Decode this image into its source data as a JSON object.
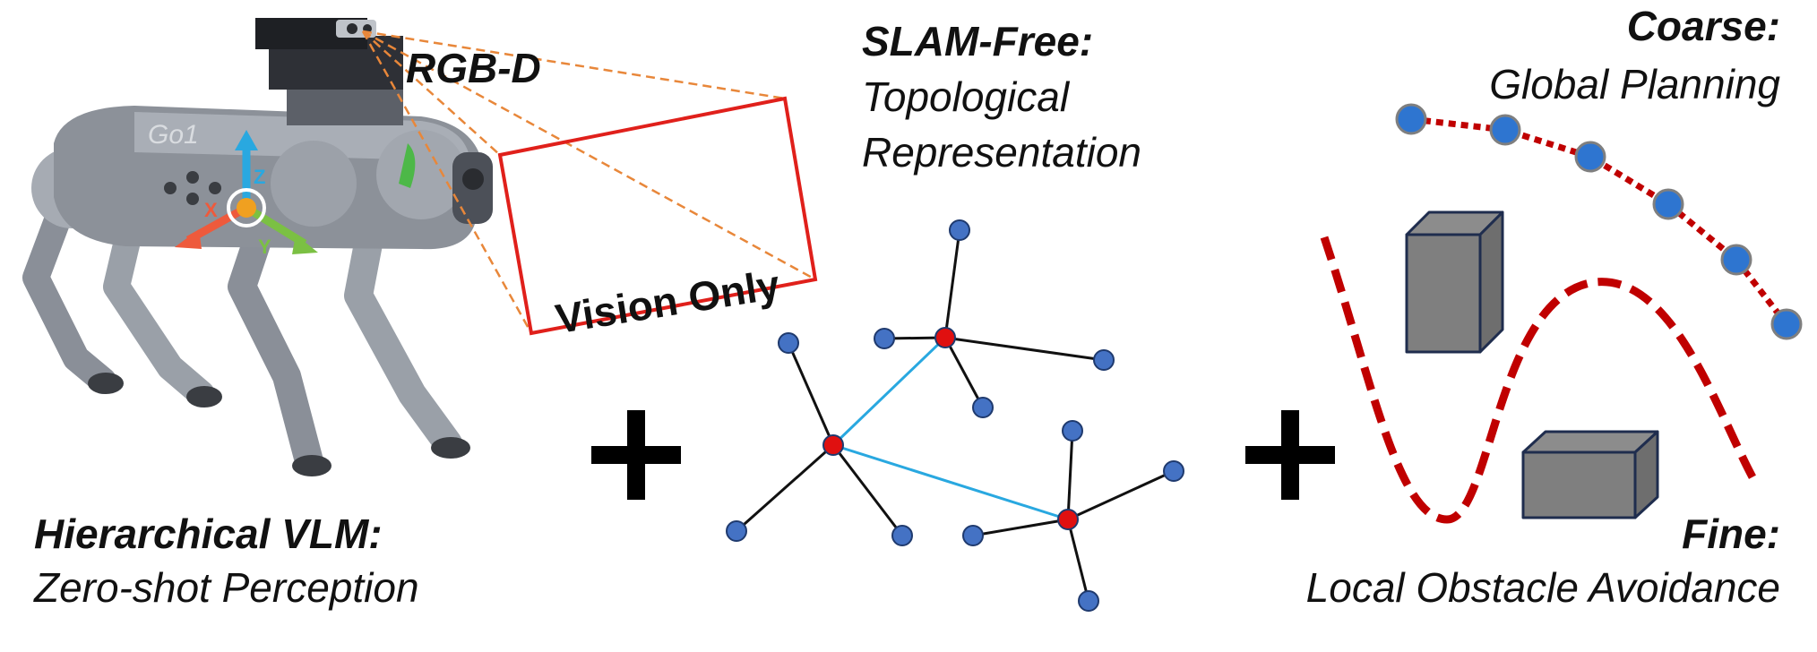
{
  "robot": {
    "sensor_label": "RGB-D",
    "vision_label": "Vision Only",
    "brand_label": "Go1",
    "axis_x": "X",
    "axis_y": "Y",
    "axis_z": "Z",
    "title": "Hierarchical VLM:",
    "subtitle": "Zero-shot Perception"
  },
  "topology": {
    "title": "SLAM-Free:",
    "subtitle_line1": "Topological",
    "subtitle_line2": "Representation"
  },
  "planning": {
    "coarse_title": "Coarse:",
    "coarse_subtitle": "Global Planning",
    "fine_title": "Fine:",
    "fine_subtitle": "Local Obstacle Avoidance"
  },
  "operators": {
    "plus": "+"
  },
  "colors": {
    "node_blue": "#4472C4",
    "node_red": "#E01010",
    "hub_link": "#29A8E0",
    "frustum": "#E8873A",
    "frame": "#E0201B",
    "path_red": "#C00000",
    "box_face": "#7F7F7F",
    "box_edge": "#1F2D4E"
  }
}
